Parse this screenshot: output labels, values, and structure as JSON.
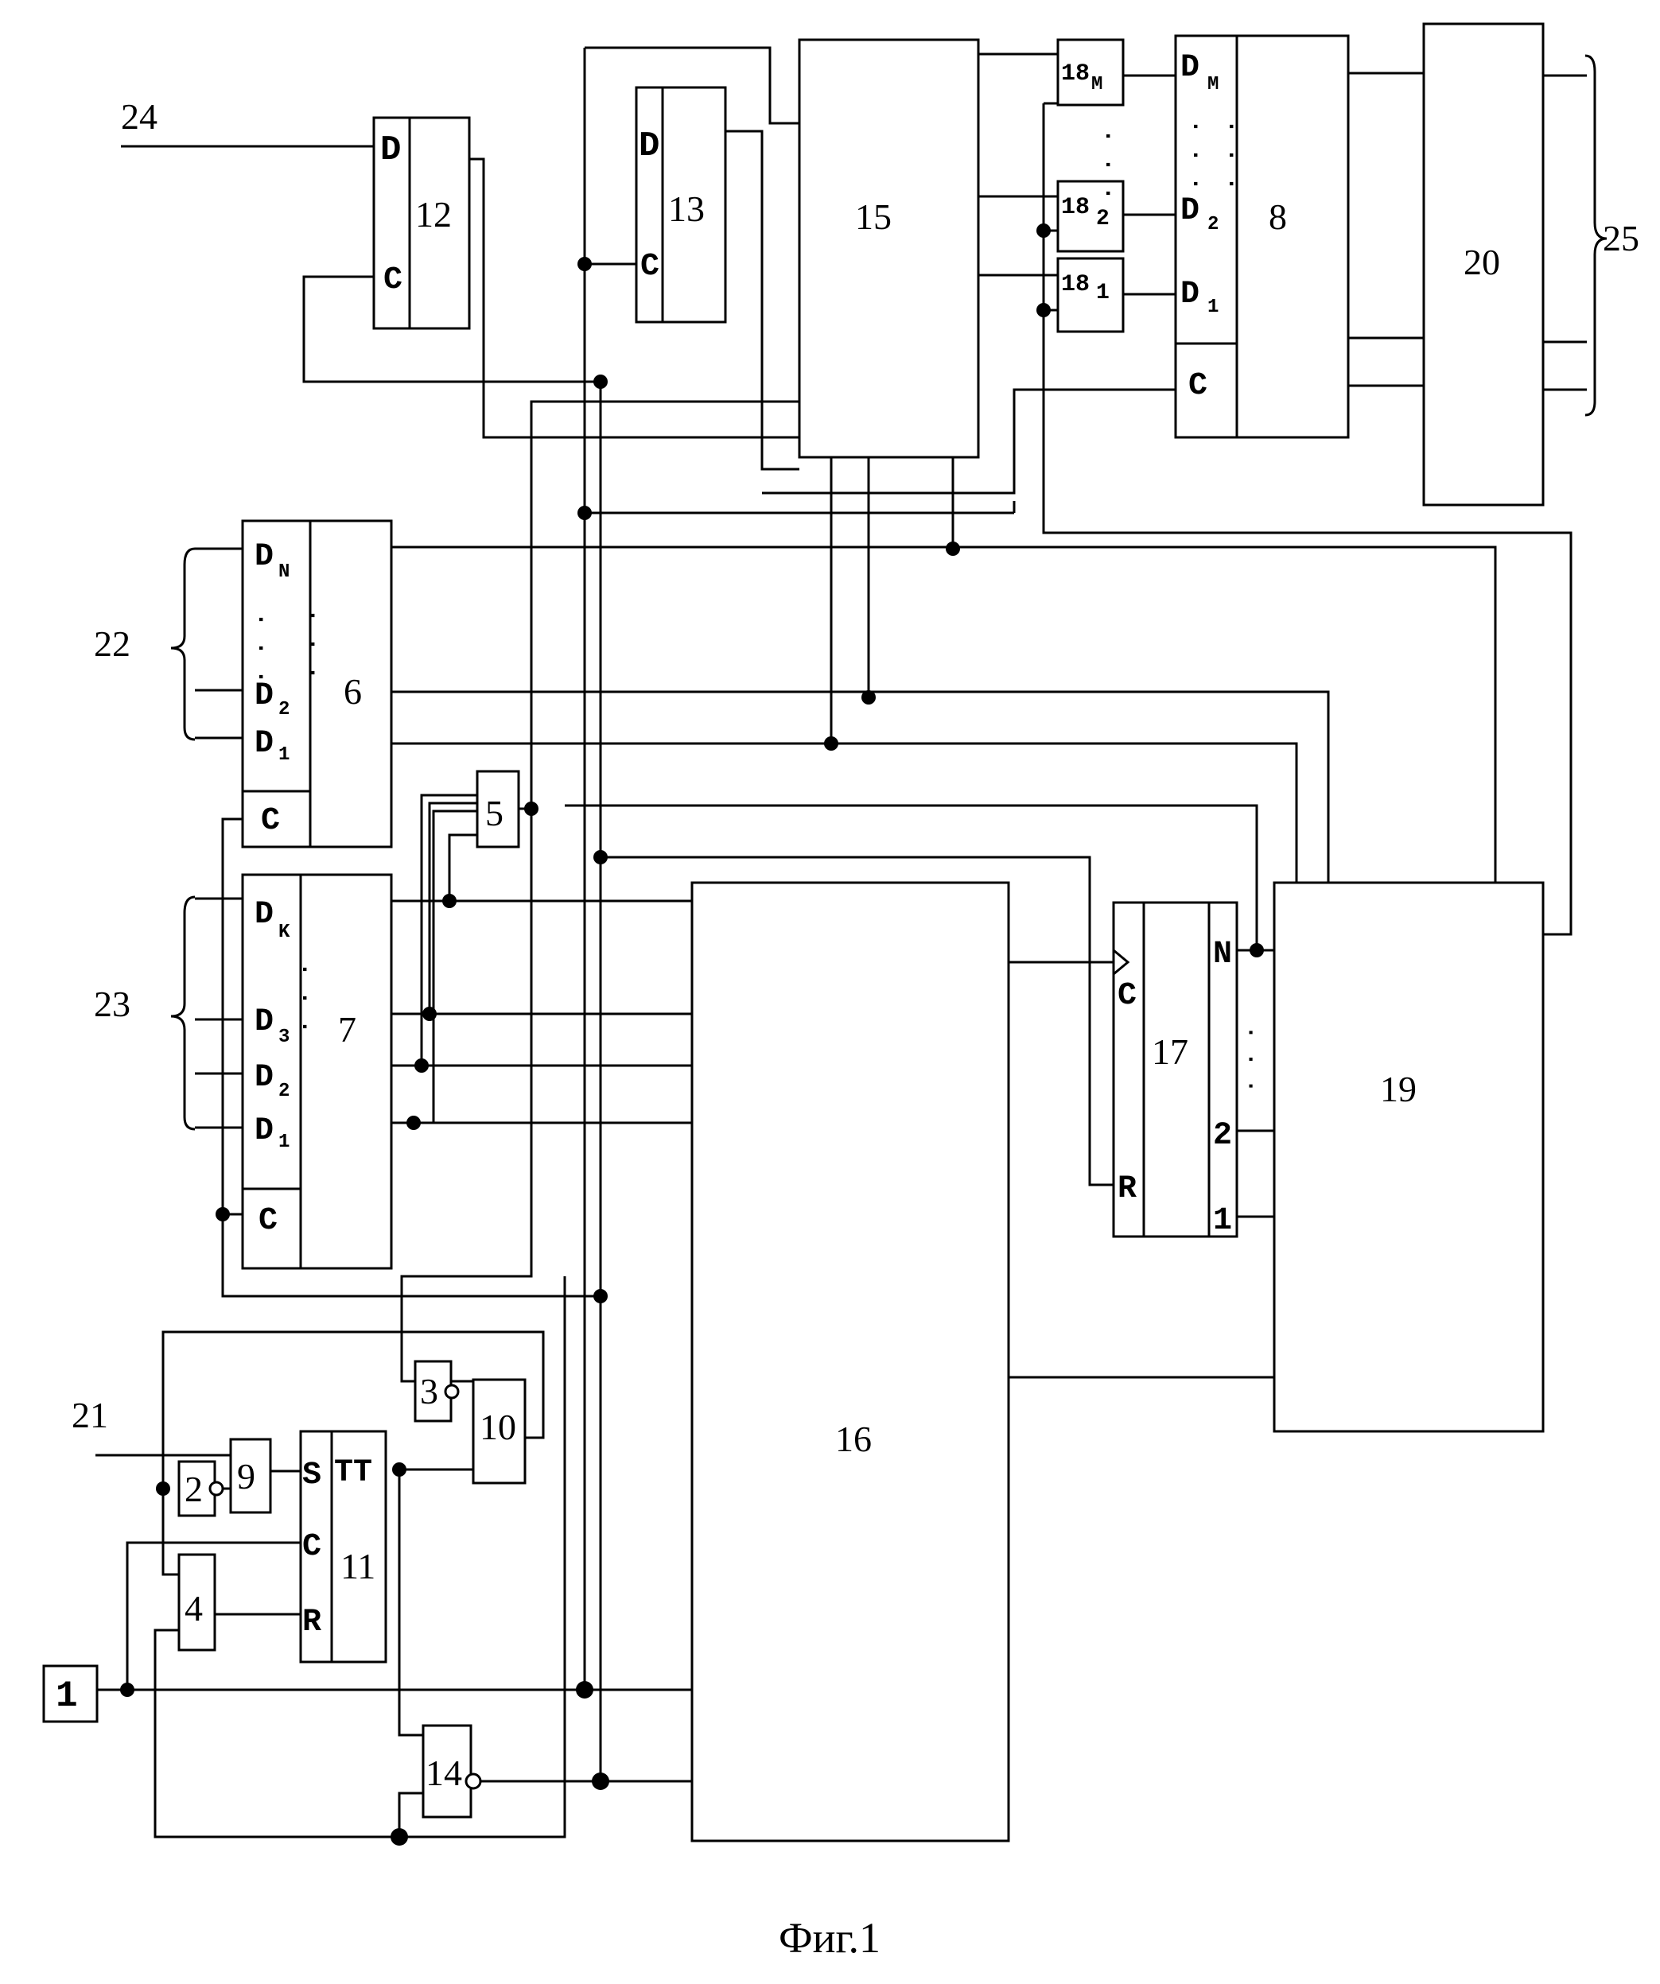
{
  "caption": "Фиг.1",
  "blocks": {
    "b1": "1",
    "b2": "2",
    "b3": "3",
    "b4": "4",
    "b5": "5",
    "b6": "6",
    "b7": "7",
    "b8": "8",
    "b9": "9",
    "b10": "10",
    "b11": "11",
    "b12": "12",
    "b13": "13",
    "b14": "14",
    "b15": "15",
    "b16": "16",
    "b17": "17",
    "b18m": "18",
    "b18_2": "18",
    "b18_1": "18",
    "b19": "19",
    "b20": "20"
  },
  "buses": {
    "n21": "21",
    "n22": "22",
    "n23": "23",
    "n24": "24",
    "n25": "25"
  },
  "pins": {
    "D": "D",
    "C": "C",
    "S": "S",
    "R": "R",
    "TT": "TT",
    "D1": "D",
    "D2": "D",
    "D3": "D",
    "DK": "D",
    "DN": "D",
    "DM": "D",
    "sub1": "1",
    "sub2": "2",
    "sub3": "3",
    "subK": "K",
    "subN": "N",
    "subM": "M",
    "c17_N": "N",
    "c17_2": "2",
    "c17_1": "1",
    "dots": "·  ·  ·"
  }
}
